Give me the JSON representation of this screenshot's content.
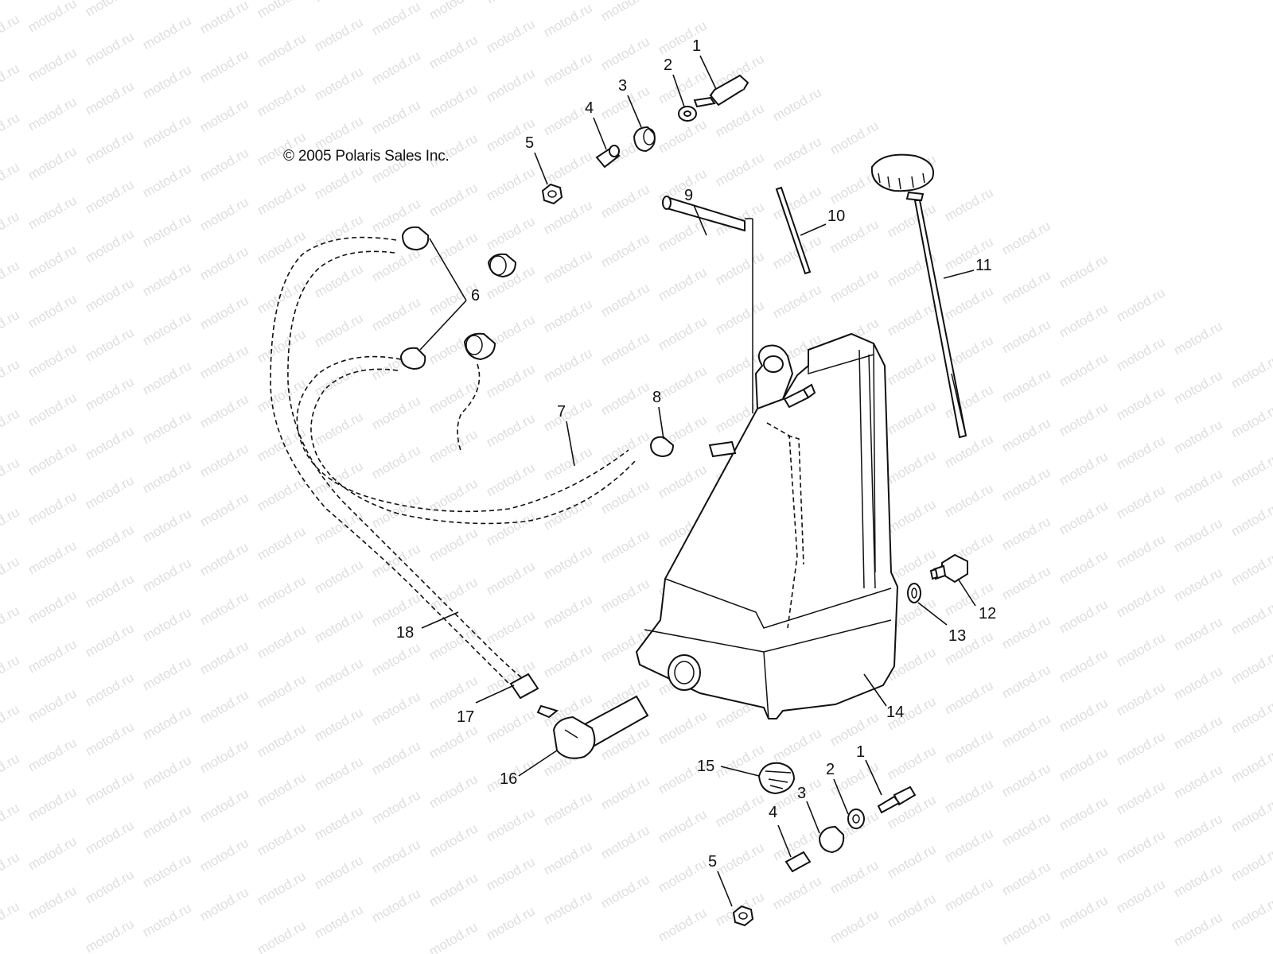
{
  "copyright": "© 2005 Polaris Sales Inc.",
  "watermark_text": "motod.ru",
  "callouts": [
    {
      "id": "c1_top",
      "text": "1"
    },
    {
      "id": "c2_top",
      "text": "2"
    },
    {
      "id": "c3_top",
      "text": "3"
    },
    {
      "id": "c4_top",
      "text": "4"
    },
    {
      "id": "c5_top",
      "text": "5"
    },
    {
      "id": "c6",
      "text": "6"
    },
    {
      "id": "c7",
      "text": "7"
    },
    {
      "id": "c8",
      "text": "8"
    },
    {
      "id": "c9",
      "text": "9"
    },
    {
      "id": "c10",
      "text": "10"
    },
    {
      "id": "c11",
      "text": "11"
    },
    {
      "id": "c12",
      "text": "12"
    },
    {
      "id": "c13",
      "text": "13"
    },
    {
      "id": "c14",
      "text": "14"
    },
    {
      "id": "c15",
      "text": "15"
    },
    {
      "id": "c16",
      "text": "16"
    },
    {
      "id": "c17",
      "text": "17"
    },
    {
      "id": "c18",
      "text": "18"
    },
    {
      "id": "c1_bottom",
      "text": "1"
    },
    {
      "id": "c2_bottom",
      "text": "2"
    },
    {
      "id": "c3_bottom",
      "text": "3"
    },
    {
      "id": "c4_bottom",
      "text": "4"
    },
    {
      "id": "c5_bottom",
      "text": "5"
    }
  ]
}
